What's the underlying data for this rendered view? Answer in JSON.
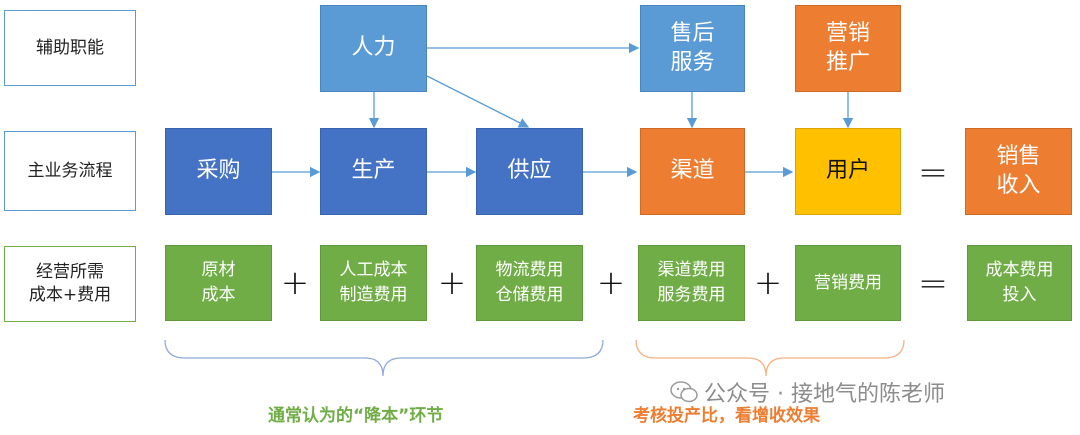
{
  "rows": {
    "support": "辅助职能",
    "main": "主业务流程",
    "cost": "经营所需\n成本+费用"
  },
  "support_nodes": {
    "hr": "人力",
    "after_sales": "售后\n服务",
    "marketing": "营销\n推广"
  },
  "main_nodes": {
    "purchase": "采购",
    "production": "生产",
    "supply": "供应",
    "channel": "渠道",
    "user": "用户",
    "revenue": "销售\n收入"
  },
  "cost_nodes": {
    "raw": "原材\n成本",
    "manufacture": "人工成本\n制造费用",
    "logistics": "物流费用\n仓储费用",
    "channel_cost": "渠道费用\n服务费用",
    "marketing_cost": "营销费用",
    "total": "成本费用\n投入"
  },
  "operators": {
    "plus": "+",
    "equals": "="
  },
  "captions": {
    "left": "通常认为的“降本”环节",
    "right": "考核投产比，看增收效果"
  },
  "watermark": "公众号 · 接地气的陈老师",
  "colors": {
    "light_blue": "#5b9bd5",
    "dark_blue": "#4472c4",
    "orange": "#ed7d31",
    "yellow": "#ffc000",
    "green": "#70ad47"
  }
}
